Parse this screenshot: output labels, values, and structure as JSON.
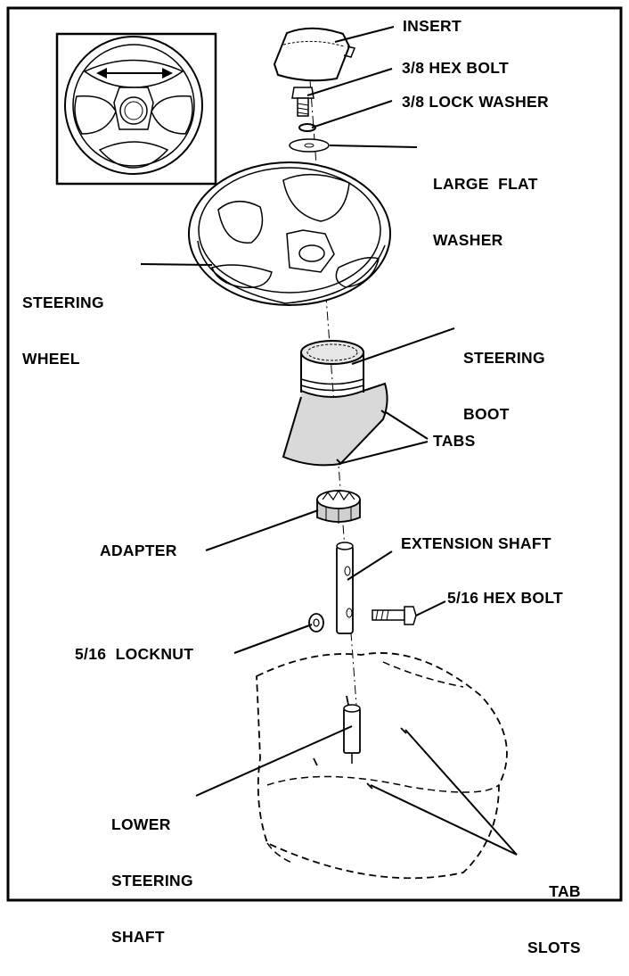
{
  "labels": {
    "insert": "INSERT",
    "hex_bolt_38": "3/8 HEX BOLT",
    "lock_washer_38": "3/8 LOCK WASHER",
    "large_flat_washer": [
      "LARGE  FLAT",
      "WASHER"
    ],
    "steering_wheel": [
      "STEERING",
      "WHEEL"
    ],
    "steering_boot": [
      "STEERING",
      "BOOT"
    ],
    "tabs": "TABS",
    "adapter": "ADAPTER",
    "extension_shaft": "EXTENSION SHAFT",
    "hex_bolt_516": "5/16 HEX BOLT",
    "locknut_516": "5/16  LOCKNUT",
    "lower_steering_shaft": [
      "LOWER",
      "STEERING",
      "SHAFT"
    ],
    "tab_slots": [
      "TAB",
      "SLOTS"
    ]
  }
}
